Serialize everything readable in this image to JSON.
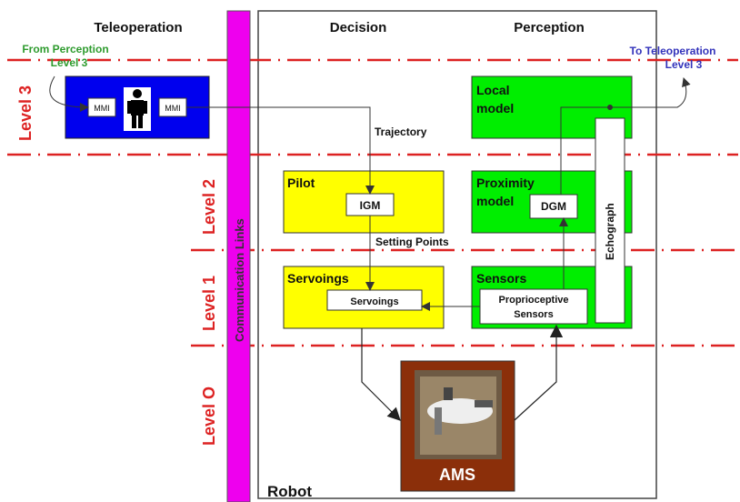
{
  "columns": {
    "teleoperation": "Teleoperation",
    "decision": "Decision",
    "perception": "Perception"
  },
  "levels": {
    "level3": "Level 3",
    "level2": "Level 2",
    "level1": "Level 1",
    "level0": "Level O"
  },
  "annotations": {
    "from_perception_line1": "From Perception",
    "from_perception_line2": "Level 3",
    "to_teleoperation_line1": "To Teleoperation",
    "to_teleoperation_line2": "Level 3",
    "trajectory": "Trajectory",
    "setting_points": "Setting Points"
  },
  "communication_links": "Communication Links",
  "operator": {
    "mmi_left": "MMI",
    "mmi_right": "MMI"
  },
  "blocks": {
    "local_model_line1": "Local",
    "local_model_line2": "model",
    "pilot": "Pilot",
    "igm": "IGM",
    "proximity_line1": "Proximity",
    "proximity_line2": "model",
    "dgm": "DGM",
    "echograph": "Echograph",
    "servoings_title": "Servoings",
    "servoings_inner": "Servoings",
    "sensors": "Sensors",
    "proprio_line1": "Proprioceptive",
    "proprio_line2": "Sensors"
  },
  "robot": "Robot",
  "ams": "AMS",
  "colors": {
    "yellow": "#ffff00",
    "green": "#00ee00",
    "blue": "#0000ee",
    "magenta": "#ee00ee",
    "red_dash": "#dd2222",
    "brown": "#8b2f0a",
    "level_label": "#dd2222",
    "from_text": "#2e9b2e",
    "to_text": "#3333bb"
  }
}
